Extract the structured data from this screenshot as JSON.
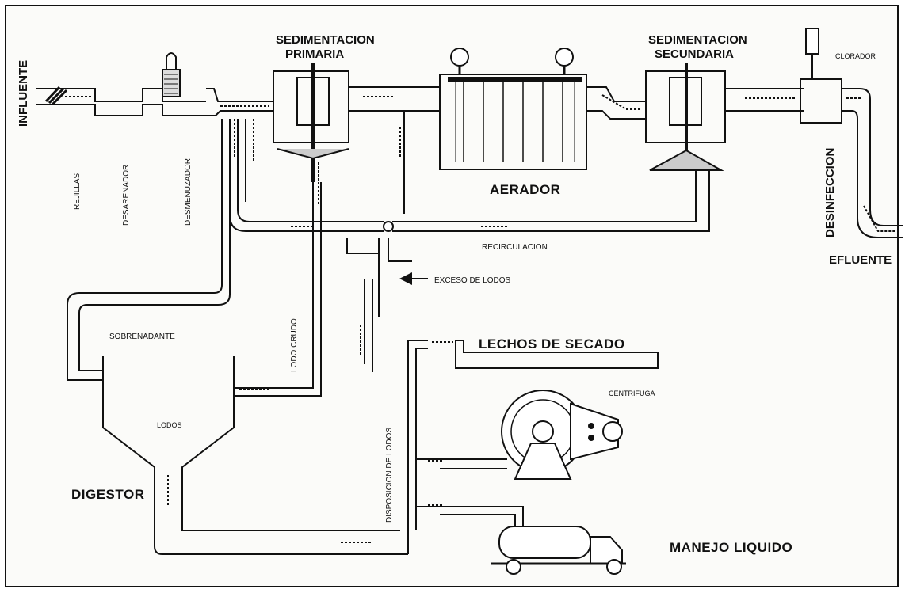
{
  "labels": {
    "influente": "INFLUENTE",
    "rejillas": "REJILLAS",
    "desarenador": "DESARENADOR",
    "desmenuzador": "DESMENUZADOR",
    "sed_primaria_1": "SEDIMENTACION",
    "sed_primaria_2": "PRIMARIA",
    "aerador": "AERADOR",
    "sed_secundaria_1": "SEDIMENTACION",
    "sed_secundaria_2": "SECUNDARIA",
    "clorador": "CLORADOR",
    "desinfeccion": "DESINFECCION",
    "efluente": "EFLUENTE",
    "recirculacion": "RECIRCULACION",
    "exceso_lodos": "EXCESO DE LODOS",
    "sobrenadante": "SOBRENADANTE",
    "lodo_crudo": "LODO CRUDO",
    "lodos": "LODOS",
    "digestor": "DIGESTOR",
    "disposicion_lodos": "DISPOSICION DE LODOS",
    "lechos_secado": "LECHOS DE SECADO",
    "centrifuga": "CENTRIFUGA",
    "manejo_liquido": "MANEJO LIQUIDO"
  }
}
